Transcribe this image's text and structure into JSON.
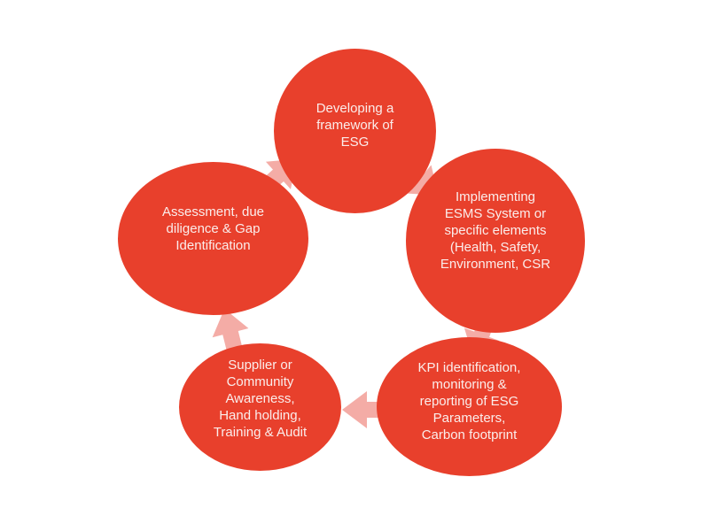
{
  "diagram": {
    "type": "cycle",
    "flow": "clockwise",
    "colors": {
      "background": "#ffffff",
      "node_fill": "#e8402c",
      "arrow_fill": "#f4aca6",
      "node_text": "#fbedeb"
    },
    "nodes": [
      {
        "id": "developing-framework",
        "label": "Developing a\nframework of\nESG"
      },
      {
        "id": "implementing-esms",
        "label": "Implementing\nESMS System or\nspecific elements\n(Health, Safety,\nEnvironment, CSR"
      },
      {
        "id": "kpi-identification",
        "label": "KPI identification,\nmonitoring &\nreporting of ESG\nParameters,\nCarbon footprint"
      },
      {
        "id": "supplier-community",
        "label": "Supplier or\nCommunity\nAwareness,\nHand holding,\nTraining & Audit"
      },
      {
        "id": "assessment-gap",
        "label": "Assessment, due\ndiligence & Gap\nIdentification"
      }
    ],
    "arrows": [
      {
        "id": "arrow-developing-to-implementing",
        "from": "developing-framework",
        "to": "implementing-esms",
        "direction": "down-right"
      },
      {
        "id": "arrow-implementing-to-kpi",
        "from": "implementing-esms",
        "to": "kpi-identification",
        "direction": "down-left"
      },
      {
        "id": "arrow-kpi-to-supplier",
        "from": "kpi-identification",
        "to": "supplier-community",
        "direction": "left"
      },
      {
        "id": "arrow-supplier-to-assessment",
        "from": "supplier-community",
        "to": "assessment-gap",
        "direction": "up"
      },
      {
        "id": "arrow-assessment-to-developing",
        "from": "assessment-gap",
        "to": "developing-framework",
        "direction": "up-right"
      }
    ]
  }
}
